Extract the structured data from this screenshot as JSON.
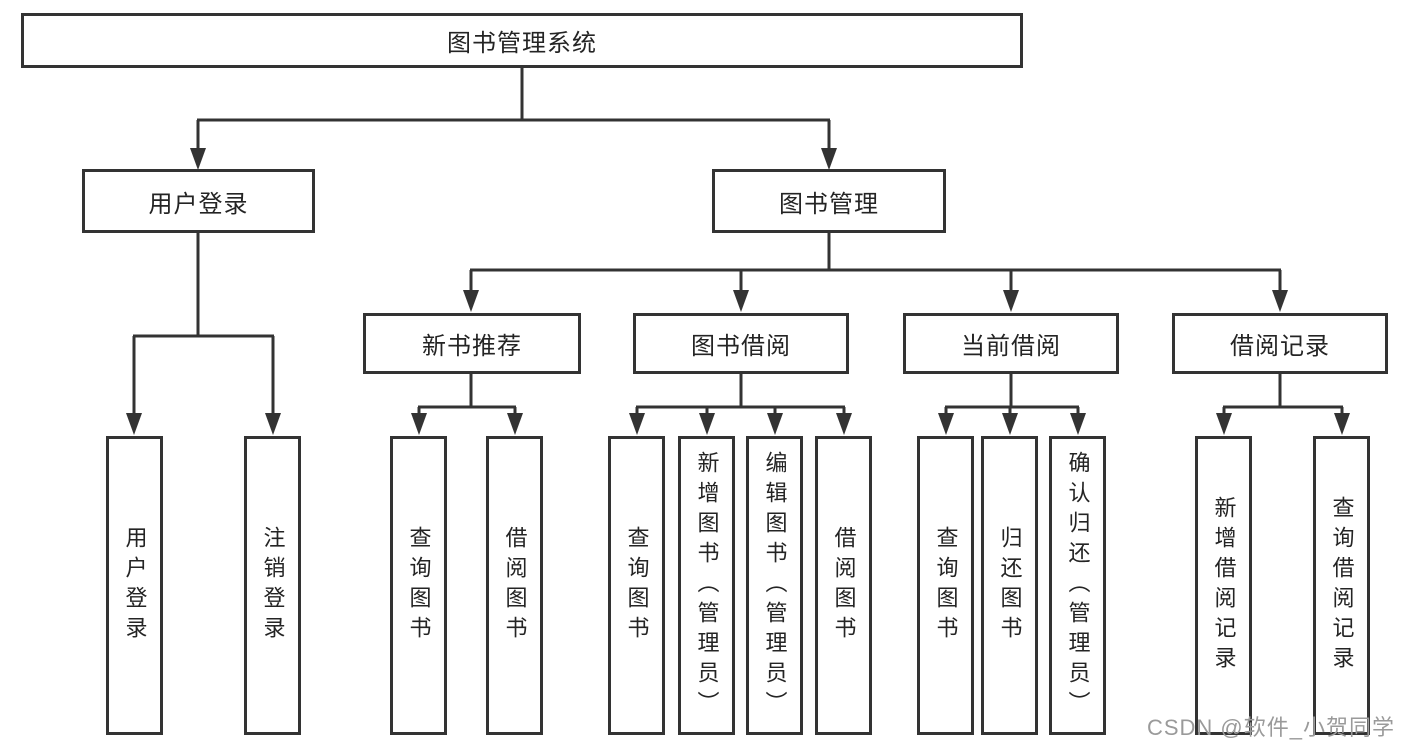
{
  "tree": {
    "label": "图书管理系统",
    "children": [
      {
        "label": "用户登录",
        "children": [
          {
            "label": "用户登录"
          },
          {
            "label": "注销登录"
          }
        ]
      },
      {
        "label": "图书管理",
        "children": [
          {
            "label": "新书推荐",
            "children": [
              {
                "label": "查询图书"
              },
              {
                "label": "借阅图书"
              }
            ]
          },
          {
            "label": "图书借阅",
            "children": [
              {
                "label": "查询图书"
              },
              {
                "label": "新增图书（管理员）"
              },
              {
                "label": "编辑图书（管理员）"
              },
              {
                "label": "借阅图书"
              }
            ]
          },
          {
            "label": "当前借阅",
            "children": [
              {
                "label": "查询图书"
              },
              {
                "label": "归还图书"
              },
              {
                "label": "确认归还（管理员）"
              }
            ]
          },
          {
            "label": "借阅记录",
            "children": [
              {
                "label": "新增借阅记录"
              },
              {
                "label": "查询借阅记录"
              }
            ]
          }
        ]
      }
    ]
  },
  "watermark": "CSDN @软件_小贺同学",
  "colors": {
    "line": "#333333",
    "text": "#242424",
    "background": "#ffffff",
    "watermark": "#9a9a9a"
  }
}
